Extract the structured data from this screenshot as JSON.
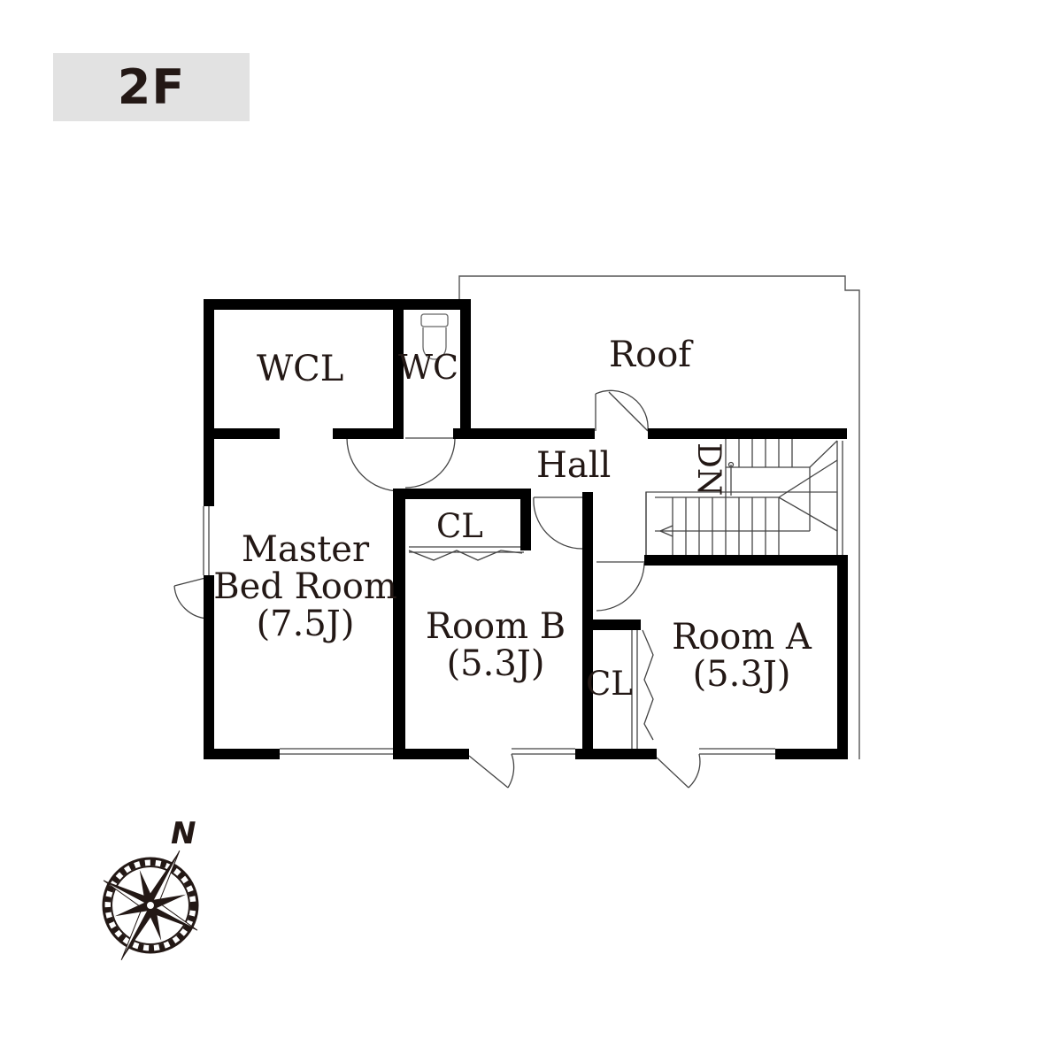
{
  "floor": {
    "label": "2F"
  },
  "rooms": {
    "wcl": "WCL",
    "wc": "WC",
    "roof": "Roof",
    "hall": "Hall",
    "stairs": "DN",
    "closet_b": "CL",
    "master_line1": "Master",
    "master_line2": "Bed Room",
    "master_size": "(7.5J)",
    "room_b_name": "Room B",
    "room_b_size": "(5.3J)",
    "closet_a": "CL",
    "room_a_name": "Room A",
    "room_a_size": "(5.3J)"
  },
  "compass": {
    "north": "N",
    "icon": "compass-rose-icon"
  },
  "colors": {
    "wall": "#000000",
    "text": "#231815",
    "badge": "#e2e2e2",
    "thin_line": "#444444"
  }
}
